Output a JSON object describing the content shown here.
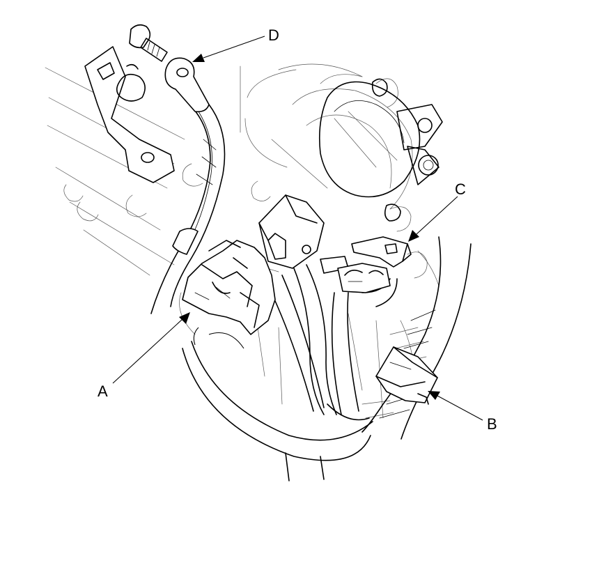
{
  "callouts": {
    "a": "A",
    "b": "B",
    "c": "C",
    "d": "D"
  }
}
